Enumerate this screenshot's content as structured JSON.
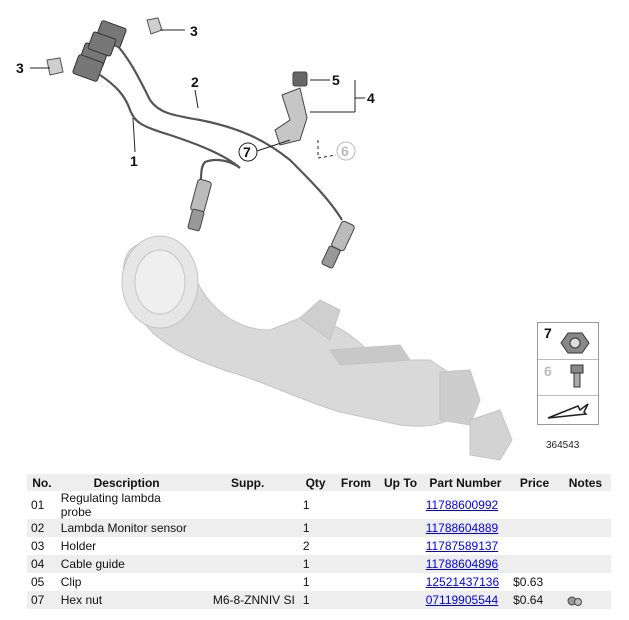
{
  "diagram": {
    "callouts": [
      "1",
      "2",
      "3",
      "3",
      "4",
      "5",
      "6",
      "7"
    ],
    "inset": {
      "top_label": "7",
      "mid_label": "6",
      "code": "364543"
    }
  },
  "table": {
    "headers": [
      "No.",
      "Description",
      "Supp.",
      "Qty",
      "From",
      "Up To",
      "Part Number",
      "Price",
      "Notes"
    ],
    "rows": [
      {
        "no": "01",
        "desc": "Regulating lambda probe",
        "supp": "",
        "qty": "1",
        "from": "",
        "upto": "",
        "pn": "11788600992",
        "price": "",
        "note": false
      },
      {
        "no": "02",
        "desc": "Lambda Monitor sensor",
        "supp": "",
        "qty": "1",
        "from": "",
        "upto": "",
        "pn": "11788604889",
        "price": "",
        "note": false
      },
      {
        "no": "03",
        "desc": "Holder",
        "supp": "",
        "qty": "2",
        "from": "",
        "upto": "",
        "pn": "11787589137",
        "price": "",
        "note": false
      },
      {
        "no": "04",
        "desc": "Cable guide",
        "supp": "",
        "qty": "1",
        "from": "",
        "upto": "",
        "pn": "11788604896",
        "price": "",
        "note": false
      },
      {
        "no": "05",
        "desc": "Clip",
        "supp": "",
        "qty": "1",
        "from": "",
        "upto": "",
        "pn": "12521437136",
        "price": "$0.63",
        "note": false
      },
      {
        "no": "07",
        "desc": "Hex nut",
        "supp": "M6-8-ZNNIV SI",
        "qty": "1",
        "from": "",
        "upto": "",
        "pn": "07119905544",
        "price": "$0.64",
        "note": true
      }
    ],
    "note_icon": "car-parts-icon"
  }
}
